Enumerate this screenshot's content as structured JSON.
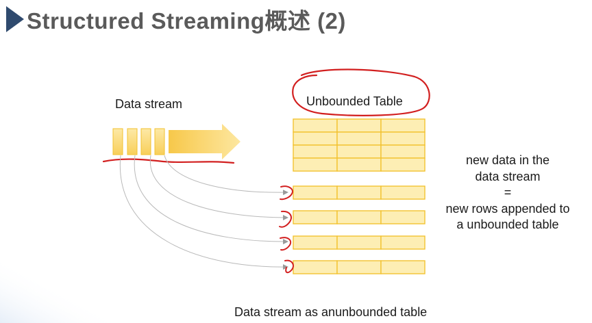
{
  "slide": {
    "title": "Structured Streaming概述 (2)"
  },
  "diagram": {
    "stream_label": "Data stream",
    "table_label": "Unbounded Table",
    "caption": "Data stream as anunbounded table",
    "note_lines": [
      "new data in the",
      "data stream",
      "=",
      "new rows appended to",
      "a unbounded table"
    ]
  },
  "colors": {
    "title_marker": "#2f4a6e",
    "title_text": "#5a5a5a",
    "cell_fill": "#fdeeb4",
    "cell_border": "#f2c230",
    "arrow_fill": "#fbd46a",
    "annotation_red": "#d21f1f"
  }
}
